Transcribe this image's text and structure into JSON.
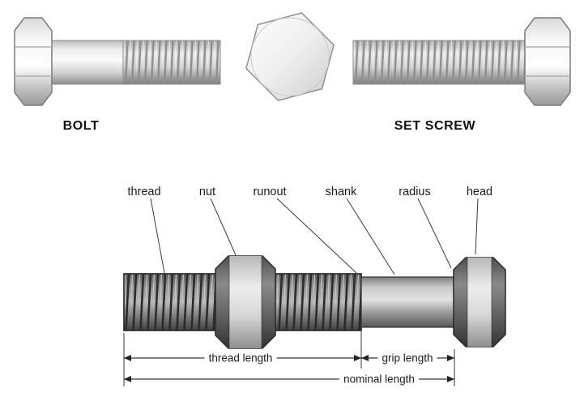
{
  "page": {
    "background": "#ffffff"
  },
  "top_row": {
    "bolt_caption": "BOLT",
    "set_screw_caption": "SET SCREW"
  },
  "lower_diagram": {
    "part_labels": [
      "thread",
      "nut",
      "runout",
      "shank",
      "radius",
      "head"
    ],
    "dimension_labels": [
      "thread length",
      "grip length",
      "nominal length"
    ]
  },
  "colors": {
    "outline": "#333333",
    "metal_light": "#f2f2f2",
    "metal_mid": "#b5b5b5",
    "metal_dark": "#3f3f3f",
    "text": "#111111"
  }
}
